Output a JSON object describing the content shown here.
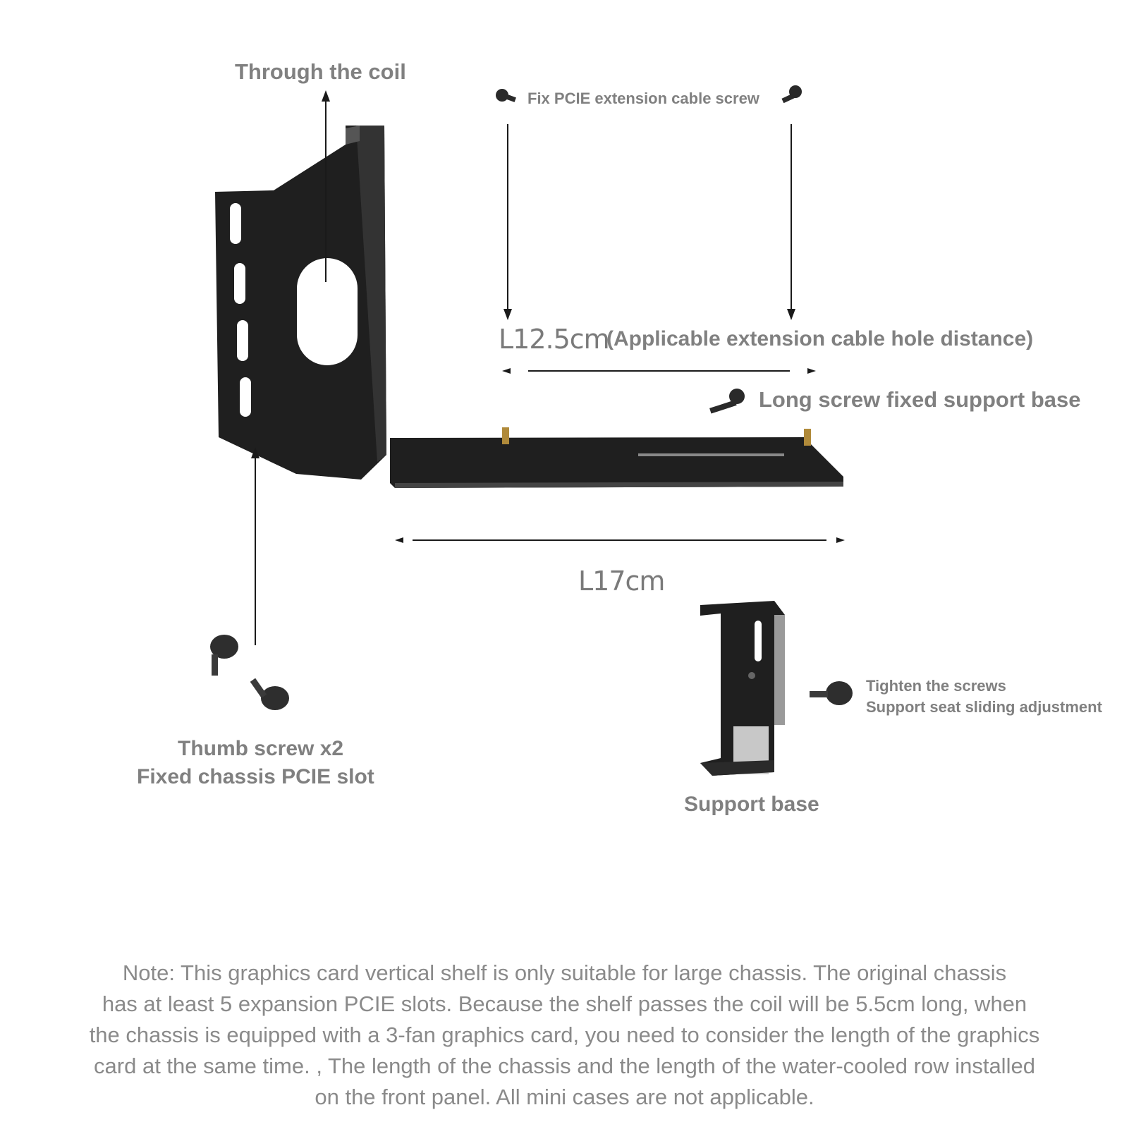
{
  "labels": {
    "through_coil": "Through the coil",
    "fix_screw": "Fix PCIE extension cable screw",
    "l125": "L12.5cm",
    "applicable": "(Applicable extension cable hole distance)",
    "long_screw": "Long screw fixed support base",
    "l17": "L17cm",
    "thumb_line1": "Thumb screw x2",
    "thumb_line2": "Fixed chassis PCIE slot",
    "tighten_line1": "Tighten the screws",
    "tighten_line2": "Support seat sliding adjustment",
    "support_base": "Support base"
  },
  "note": {
    "lines": [
      "Note: This graphics card vertical shelf is only suitable for large chassis. The original chassis",
      "has at least 5 expansion PCIE slots. Because the shelf passes the coil will be 5.5cm long, when",
      "the chassis is equipped with a 3-fan graphics card, you need to consider the length of the graphics",
      "card at the same time. , The length of the chassis and the length of the water-cooled row installed",
      "on the front panel. All mini cases are not applicable."
    ]
  },
  "colors": {
    "label": "#808080",
    "bracket": "#1e1e1e",
    "brass": "#b08a3a",
    "line": "#1a1a1a"
  }
}
